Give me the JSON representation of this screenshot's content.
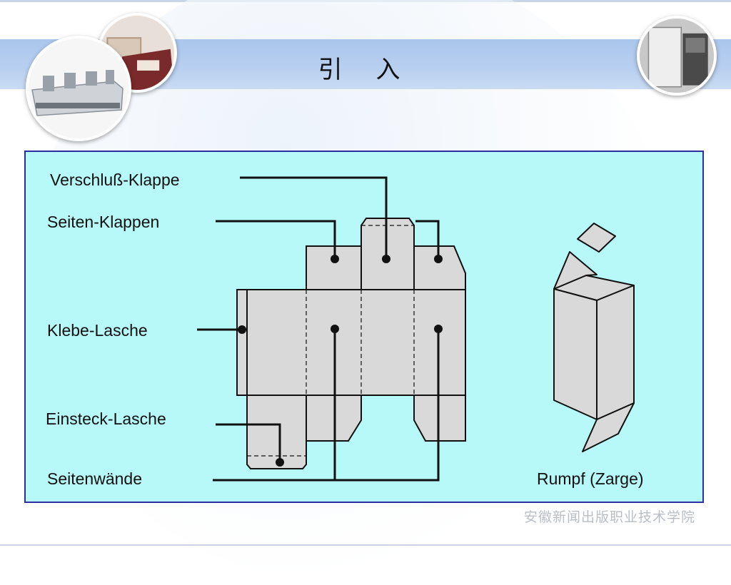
{
  "slide": {
    "title": "引 入",
    "footer": "安徽新闻出版职业技术学院"
  },
  "diagram": {
    "labels": {
      "verschluss_klappe": "Verschluß-Klappe",
      "seiten_klappen": "Seiten-Klappen",
      "klebe_lasche": "Klebe-Lasche",
      "einsteck_lasche": "Einsteck-Lasche",
      "seitenwaende": "Seitenwände",
      "rumpf": "Rumpf (Zarge)"
    }
  },
  "colors": {
    "panel_bg": "#b7f8f8",
    "panel_border": "#2b2f9e",
    "carton_fill": "#d9d9d9",
    "title_band": "#aac6ec"
  }
}
